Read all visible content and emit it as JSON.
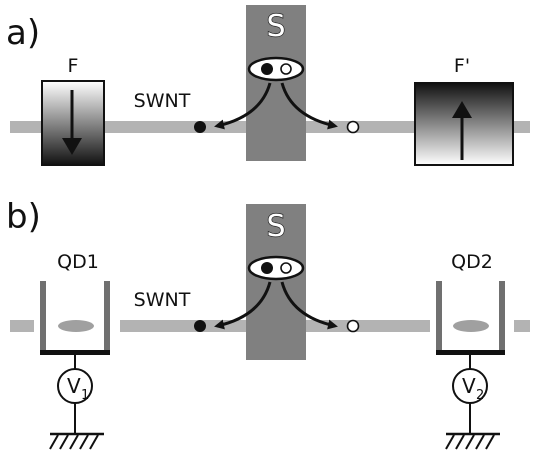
{
  "panels": [
    {
      "label": "a)",
      "superconductor_label": "S",
      "nanotube_label": "SWNT",
      "ferromagnet_left_label": "F",
      "ferromagnet_right_label": "F'"
    },
    {
      "label": "b)",
      "superconductor_label": "S",
      "nanotube_label": "SWNT",
      "dot_left_label": "QD1",
      "dot_right_label": "QD2",
      "voltage_left": {
        "main": "V",
        "sub": "1"
      },
      "voltage_right": {
        "main": "V",
        "sub": "2"
      }
    }
  ],
  "colors": {
    "nanotube": "#b3b3b3",
    "superconductor": "#808080",
    "dot_wall": "#707070",
    "dot_level": "#a0a0a0",
    "ink": "#111111"
  }
}
